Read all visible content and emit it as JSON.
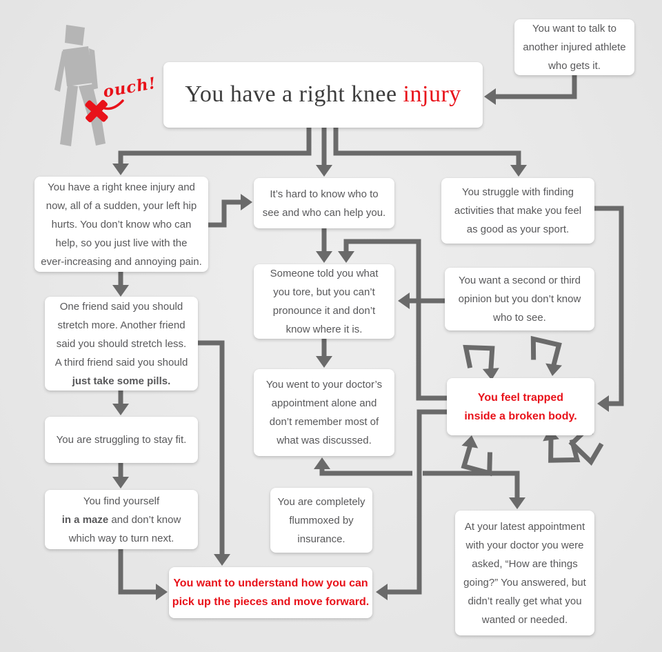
{
  "colors": {
    "background": "#e9e9e9",
    "box": "#ffffff",
    "text": "#58585a",
    "accent_red": "#e8121a",
    "connector": "#6a6a6a",
    "figure_gray": "#b5b5b5",
    "title_ink": "#3d3d3d"
  },
  "figure_annotation": {
    "ouch": "ouch!"
  },
  "title": {
    "pre": "You have a right knee ",
    "highlight": "injury"
  },
  "nodes": {
    "talk_athlete": {
      "text": "You want to talk to\nanother injured athlete\nwho gets it."
    },
    "hip_hurts": {
      "text": "You have a right knee injury and\nnow, all of a sudden, your left hip\nhurts. You don’t know who can\nhelp, so you just live with the\never-increasing and annoying pain."
    },
    "hard_to_know": {
      "text": "It’s hard to know who to\nsee and who can help you."
    },
    "struggle_activities": {
      "text": "You struggle with finding\nactivities that make you feel\nas good as your sport."
    },
    "friends_advice": {
      "pre": "One friend said you should\nstretch more. Another friend\nsaid you should stretch less.\nA third friend said you should\n",
      "bold": "just take some pills."
    },
    "stay_fit": {
      "text": "You are struggling to stay fit."
    },
    "maze": {
      "pre": "You find yourself\n",
      "bold": "in a maze",
      "post": " and don’t know\nwhich way to turn next."
    },
    "what_you_tore": {
      "text": "Someone told you what\nyou tore, but you can’t\npronounce it and don’t\nknow where it is."
    },
    "doctor_alone": {
      "text": "You went to your doctor’s\nappointment alone and\ndon’t remember most of\nwhat was discussed."
    },
    "flummoxed": {
      "text": "You are completely\nflummoxed by\ninsurance."
    },
    "second_opinion": {
      "text": "You want a second or third\nopinion but you don’t know\nwho to see."
    },
    "trapped": {
      "text": "You feel trapped\ninside a broken body."
    },
    "latest_appointment": {
      "text": "At your latest appointment\nwith your doctor you were\nasked, “How are things\ngoing?” You answered, but\ndidn’t really get what you\nwanted or needed."
    },
    "pick_up_pieces": {
      "text": "You want to understand how you can\npick up the pieces and move forward."
    }
  }
}
